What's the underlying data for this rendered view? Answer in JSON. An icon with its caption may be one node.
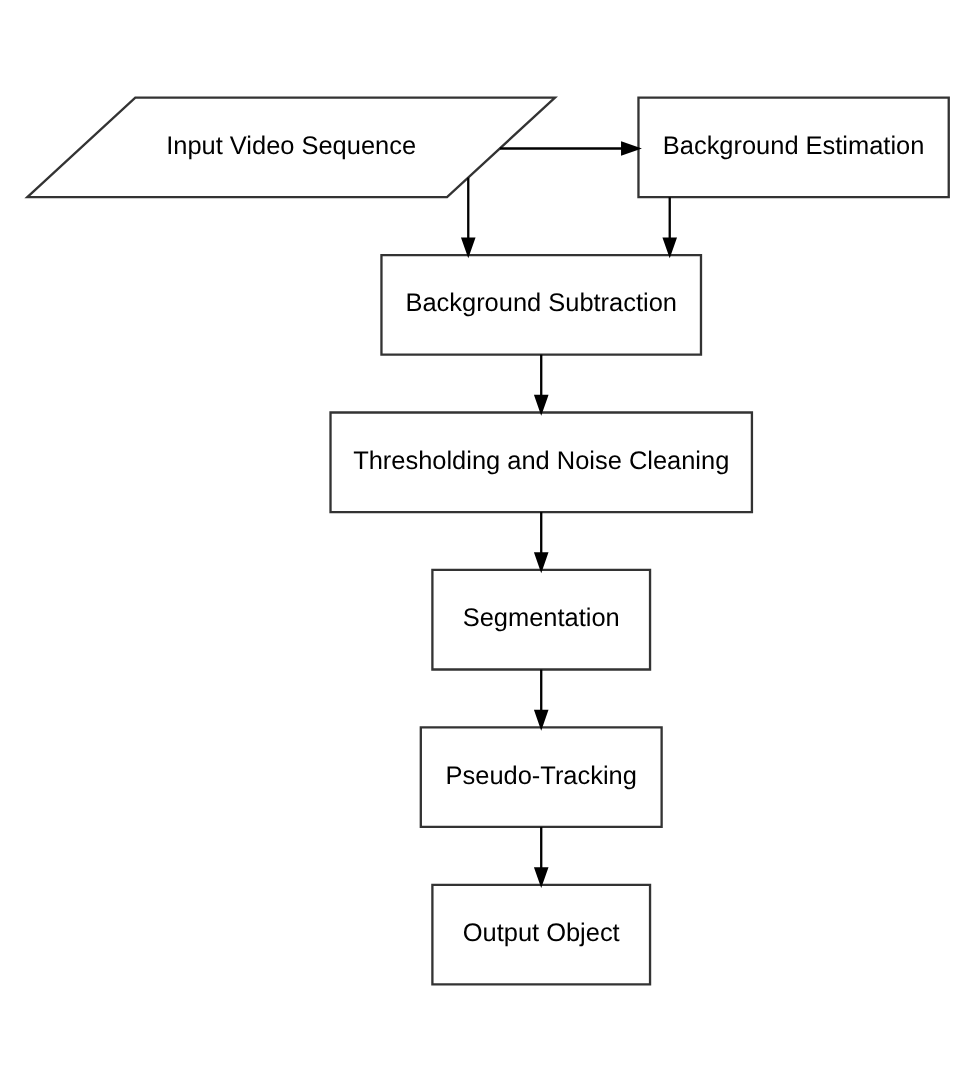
{
  "diagram": {
    "nodes": [
      {
        "text": [
          "Input Video Sequence"
        ]
      },
      {
        "text": [
          "Background Estimation"
        ]
      },
      {
        "text": [
          "Background Subtraction"
        ]
      },
      {
        "text": [
          "Thresholding and Noise Cleaning"
        ]
      },
      {
        "text": [
          "Segmentation"
        ]
      },
      {
        "text": [
          "Pseudo-Tracking"
        ]
      },
      {
        "text": [
          "Output Object"
        ]
      }
    ],
    "edges": [
      {
        "from": 0,
        "to": 1,
        "arrow": "to"
      },
      {
        "from": 0,
        "to": 2,
        "arrow": "to"
      },
      {
        "from": 1,
        "to": 2,
        "arrow": "to"
      },
      {
        "from": 2,
        "to": 3,
        "arrow": "to"
      },
      {
        "from": 3,
        "to": 4,
        "arrow": "to"
      },
      {
        "from": 4,
        "to": 5,
        "arrow": "to"
      },
      {
        "from": 5,
        "to": 6,
        "arrow": "to"
      }
    ]
  }
}
